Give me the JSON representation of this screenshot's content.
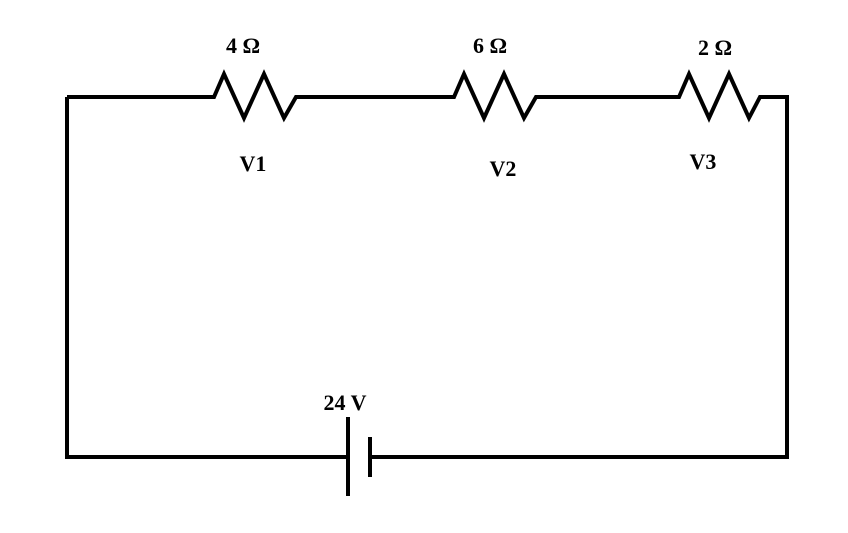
{
  "diagram": {
    "type": "series-circuit",
    "resistors": [
      {
        "resistance_label": "4 Ω",
        "voltage_label": "V1"
      },
      {
        "resistance_label": "6 Ω",
        "voltage_label": "V2"
      },
      {
        "resistance_label": "2 Ω",
        "voltage_label": "V3"
      }
    ],
    "battery": {
      "voltage_label": "24 V"
    },
    "colors": {
      "stroke": "#000000",
      "background": "#ffffff"
    }
  }
}
